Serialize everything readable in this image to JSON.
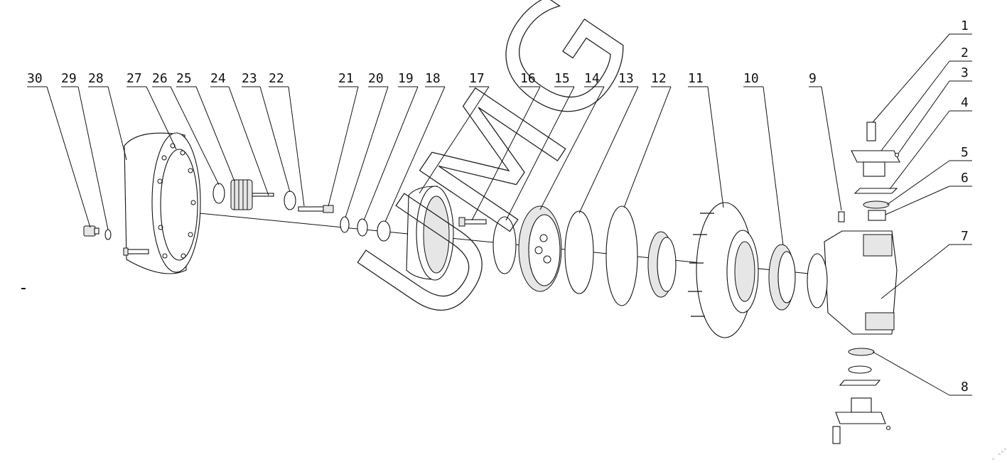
{
  "watermark": "UMG",
  "corner_mark": "◦ ◦◦◦",
  "callouts": [
    {
      "label": "1"
    },
    {
      "label": "2"
    },
    {
      "label": "3"
    },
    {
      "label": "4"
    },
    {
      "label": "5"
    },
    {
      "label": "6"
    },
    {
      "label": "7"
    },
    {
      "label": "8"
    },
    {
      "label": "9"
    },
    {
      "label": "10"
    },
    {
      "label": "11"
    },
    {
      "label": "12"
    },
    {
      "label": "13"
    },
    {
      "label": "14"
    },
    {
      "label": "15"
    },
    {
      "label": "16"
    },
    {
      "label": "17"
    },
    {
      "label": "18"
    },
    {
      "label": "19"
    },
    {
      "label": "20"
    },
    {
      "label": "21"
    },
    {
      "label": "22"
    },
    {
      "label": "23"
    },
    {
      "label": "24"
    },
    {
      "label": "25"
    },
    {
      "label": "26"
    },
    {
      "label": "27"
    },
    {
      "label": "28"
    },
    {
      "label": "29"
    },
    {
      "label": "30"
    }
  ]
}
